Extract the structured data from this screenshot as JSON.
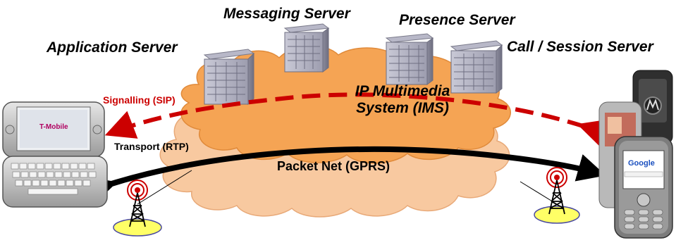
{
  "servers": {
    "application": "Application Server",
    "messaging": "Messaging Server",
    "presence": "Presence Server",
    "call_session": "Call / Session Server"
  },
  "clouds": {
    "ims_line1": "IP Multimedia",
    "ims_line2": "System (IMS)",
    "packet_net": "Packet Net (GPRS)"
  },
  "flows": {
    "signalling": "Signalling (SIP)",
    "transport": "Transport (RTP)"
  },
  "devices": {
    "tmobile_screen_text": "T-Mobile",
    "nokia_screen_text": "Google"
  },
  "colors": {
    "ims_cloud": "#f5a454",
    "packet_cloud": "#f8c9a0",
    "signalling": "#cc0000",
    "transport": "#000000",
    "tower_base": "#ffff66",
    "tower_ring": "#cc0000"
  }
}
